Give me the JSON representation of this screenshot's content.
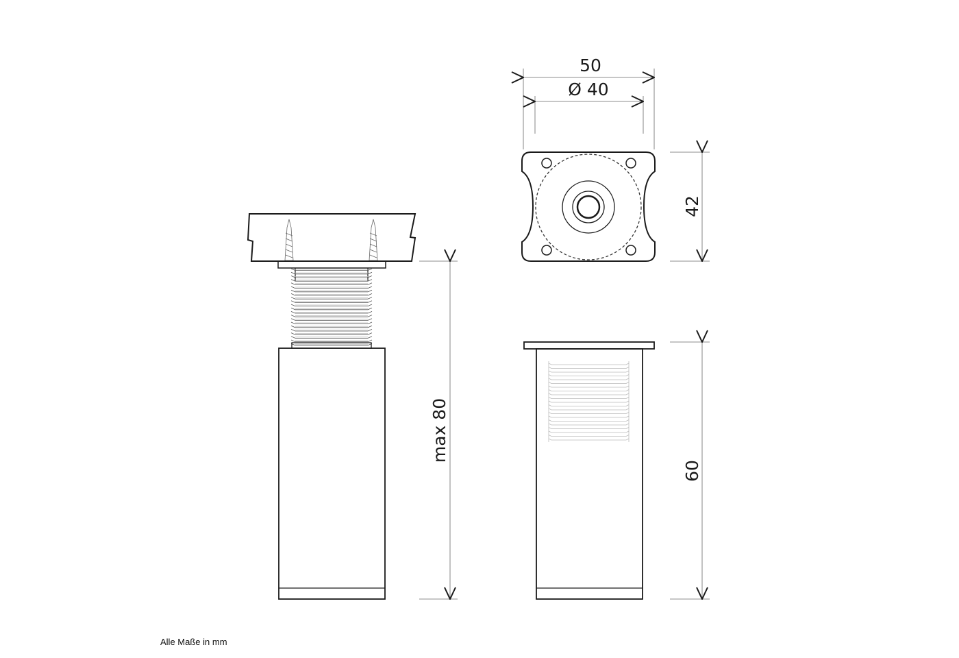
{
  "dimensions": {
    "width_total": "50",
    "diameter": "Ø 40",
    "depth": "42",
    "height_max": "max 80",
    "height_leg": "60"
  },
  "footnote": "Alle Maße in mm",
  "colors": {
    "line": "#1a1a1a",
    "dim_line": "#666666",
    "background": "#ffffff"
  }
}
